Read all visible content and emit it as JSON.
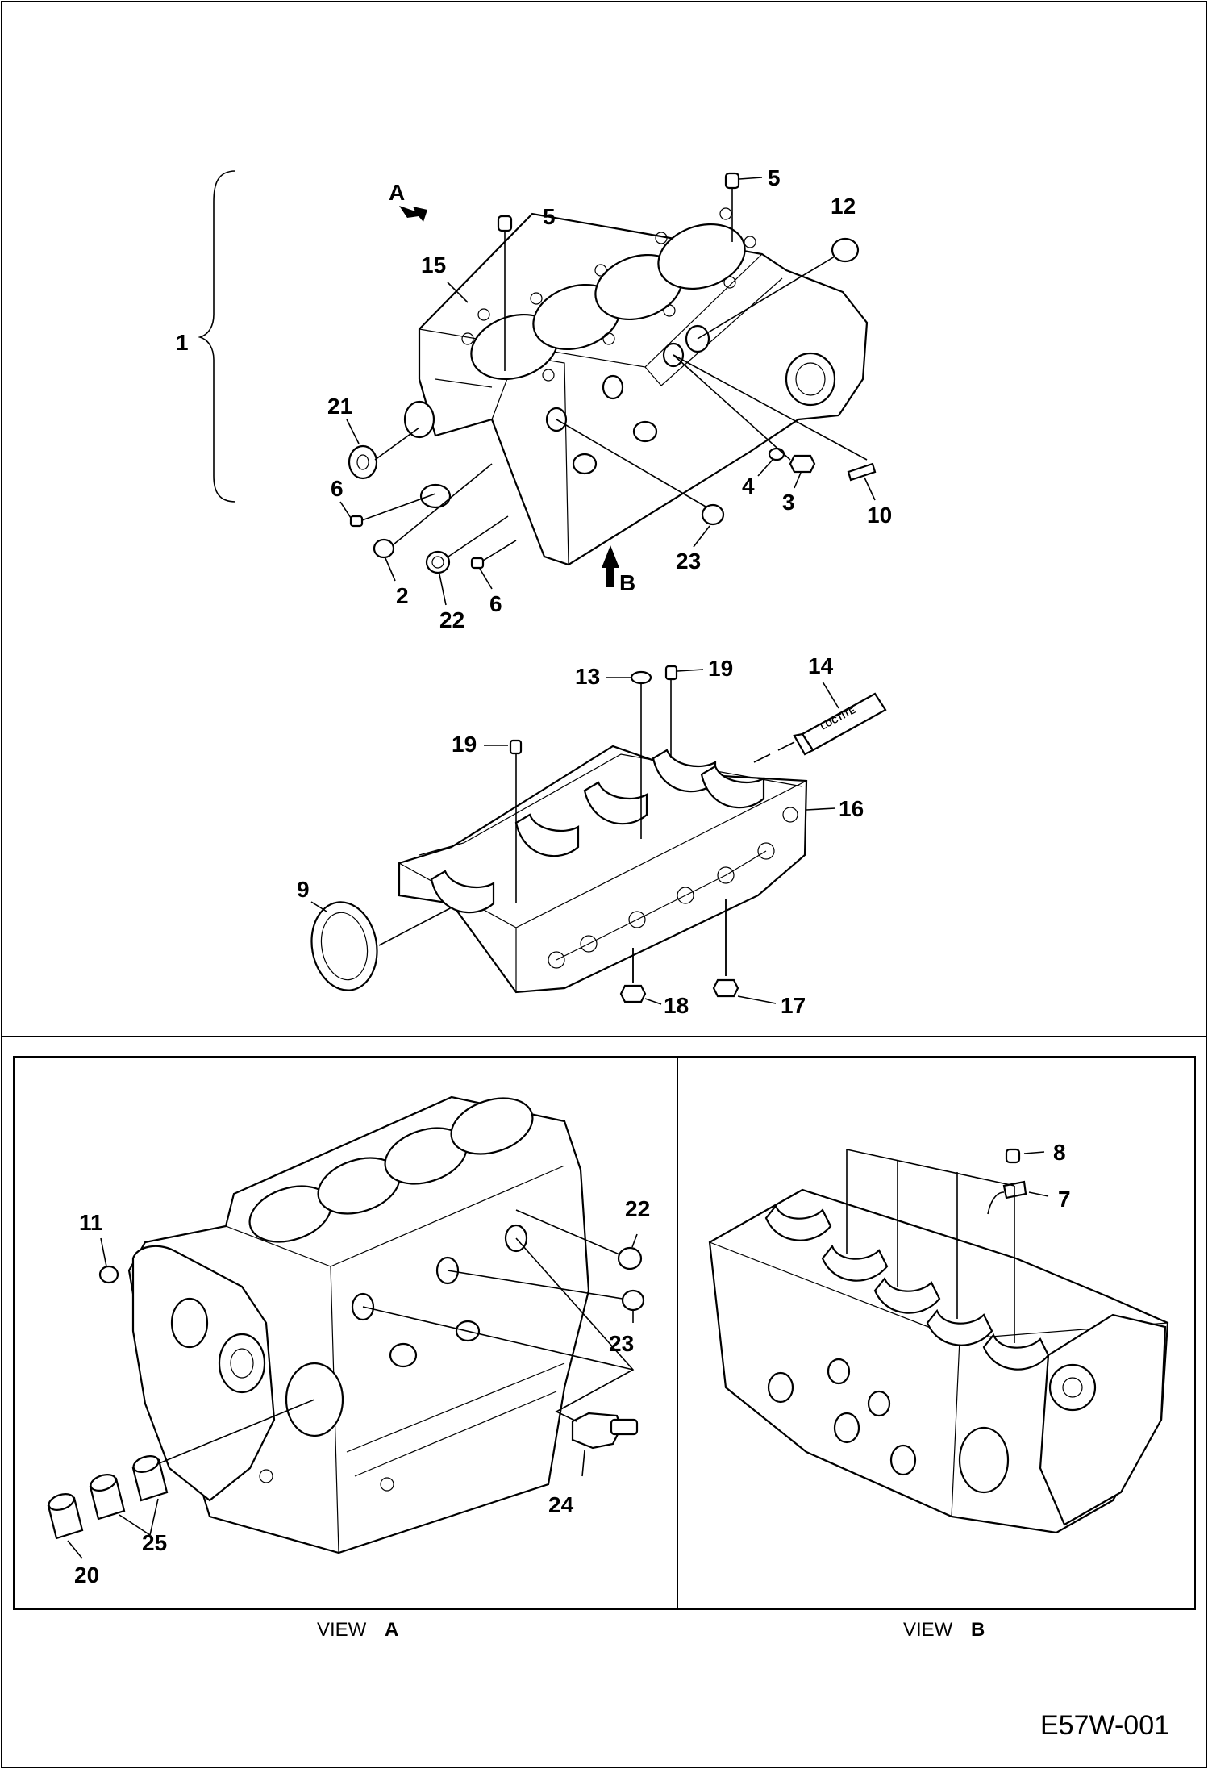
{
  "drawing_code": "E57W-001",
  "views": {
    "a": {
      "label": "VIEW",
      "letter": "A"
    },
    "b": {
      "label": "VIEW",
      "letter": "B"
    }
  },
  "arrows": {
    "a": "A",
    "b": "B"
  },
  "callouts": {
    "c1": "1",
    "c2": "2",
    "c3": "3",
    "c4": "4",
    "c5a": "5",
    "c5b": "5",
    "c6a": "6",
    "c6b": "6",
    "c7": "7",
    "c8": "8",
    "c9": "9",
    "c10": "10",
    "c11": "11",
    "c12": "12",
    "c13": "13",
    "c14": "14",
    "c15": "15",
    "c16": "16",
    "c17": "17",
    "c18": "18",
    "c19a": "19",
    "c19b": "19",
    "c20": "20",
    "c21": "21",
    "c22a": "22",
    "c22b": "22",
    "c23a": "23",
    "c23b": "23",
    "c24": "24",
    "c25": "25"
  }
}
